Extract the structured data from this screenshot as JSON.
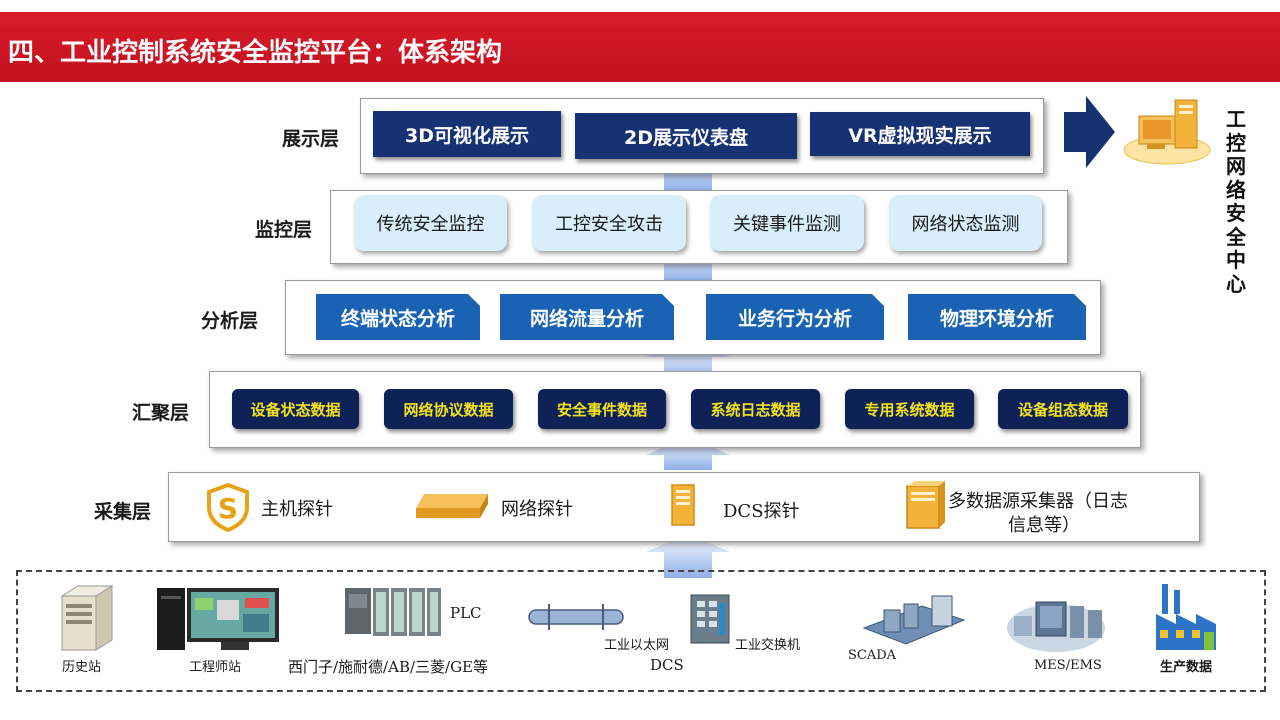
{
  "header": {
    "title": "四、工业控制系统安全监控平台：体系架构",
    "color": "#c8102e"
  },
  "layers": {
    "display": {
      "label": "展示层",
      "items": [
        "3D可视化展示",
        "2D展示仪表盘",
        "VR虚拟现实展示"
      ]
    },
    "monitor": {
      "label": "监控层",
      "items": [
        "传统安全监控",
        "工控安全攻击",
        "关键事件监测",
        "网络状态监测"
      ]
    },
    "analysis": {
      "label": "分析层",
      "items": [
        "终端状态分析",
        "网络流量分析",
        "业务行为分析",
        "物理环境分析"
      ]
    },
    "aggregate": {
      "label": "汇聚层",
      "items": [
        "设备状态数据",
        "网络协议数据",
        "安全事件数据",
        "系统日志数据",
        "专用系统数据",
        "设备组态数据"
      ]
    },
    "collect": {
      "label": "采集层",
      "items": [
        {
          "icon": "shield-s-icon",
          "text": "主机探针"
        },
        {
          "icon": "network-probe-icon",
          "text": "网络探针"
        },
        {
          "icon": "dcs-probe-icon",
          "text": "DCS探针"
        },
        {
          "icon": "server-box-icon",
          "text_line1": "多数据源采集器（日志",
          "text_line2": "信息等）"
        }
      ]
    }
  },
  "side": {
    "title": "工控网络安全中心"
  },
  "devices": {
    "history": "历史站",
    "engineer": "工程师站",
    "plc": "PLC",
    "plc_vendors": "西门子/施耐德/AB/三菱/GE等",
    "ethernet": "工业以太网",
    "dcs": "DCS",
    "switch": "工业交换机",
    "scada": "SCADA",
    "mes": "MES/EMS",
    "production": "生产数据"
  },
  "colors": {
    "dark_navy": "#173273",
    "light_blue": "#d8eefb",
    "analysis_blue": "#1a62b3",
    "aggregate_navy": "#0e2257",
    "aggregate_text": "#f3e21a"
  }
}
